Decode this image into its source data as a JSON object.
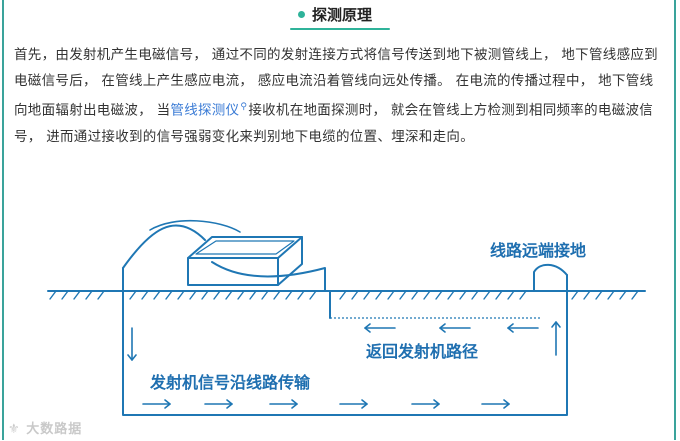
{
  "section": {
    "title": "探测原理"
  },
  "paragraph": {
    "part1": "首先，由发射机产生电磁信号，  通过不同的发射连接方式将信号传送到地下被测管线上，  地下管线感应到电磁信号后，  在管线上产生感应电流，  感应电流沿着管线向远处传播。 在电流的传播过程中，  地下管线向地面辐射出电磁波，  当",
    "link": "管线探测仪",
    "link_icon": "search-icon",
    "part2": "接收机在地面探测时，  就会在管线上方检测到相同频率的电磁波信号，  进而通过接收到的信号强弱变化来判别地下电缆的位置、埋深和走向。"
  },
  "diagram": {
    "far_end_label": "线路远端接地",
    "return_label": "返回发射机路径",
    "transmit_label": "发射机信号沿线路传输",
    "colors": {
      "stroke": "#1f77b4",
      "label": "#1f6fb0"
    }
  },
  "watermark": {
    "text": "大数路据"
  }
}
